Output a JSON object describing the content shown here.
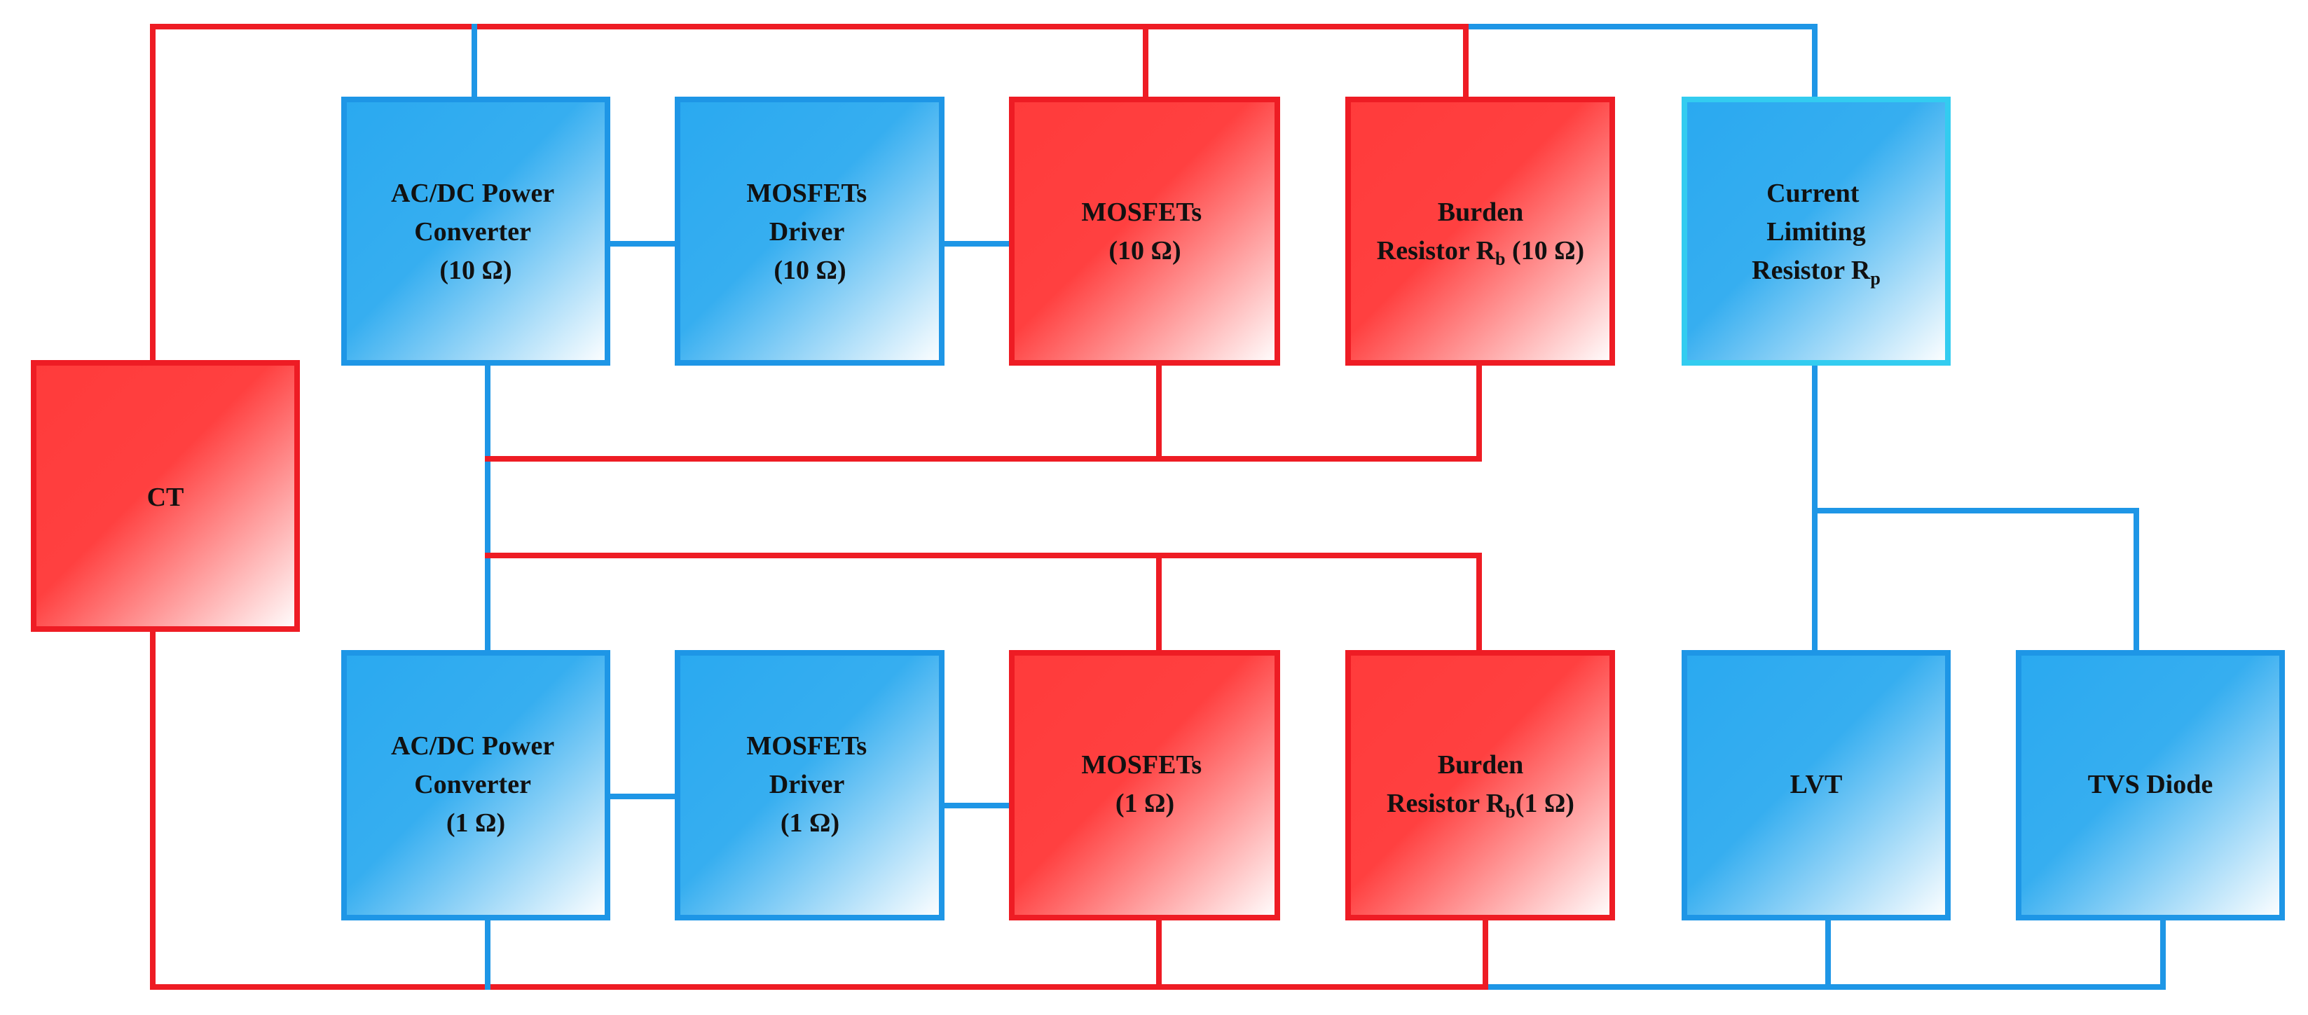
{
  "colors": {
    "red_block": "#ff3b3b",
    "red_border": "#ee1c24",
    "blue_block": "#2aa9f0",
    "blue_border": "#1e96e6",
    "cyan_border": "#33ccf0",
    "fade": "#ffffff",
    "wire_red": "#ee1c24",
    "wire_blue": "#1e96e6"
  },
  "blocks": {
    "ct": {
      "lines": [
        "CT"
      ]
    },
    "acdc_10": {
      "lines": [
        "AC/DC Power",
        "Converter",
        "(10 Ω)"
      ]
    },
    "driver_10": {
      "lines": [
        "MOSFETs",
        "Driver",
        "(10 Ω)"
      ]
    },
    "mosfets_10": {
      "lines": [
        "MOSFETs",
        "(10 Ω)"
      ]
    },
    "burden_10": {
      "line1": "Burden",
      "line2_pre": "Resistor R",
      "line2_sub": "b",
      "line2_post": " (10 Ω)"
    },
    "current_limit": {
      "line1": "Current",
      "line2": "Limiting",
      "line3_pre": "Resistor R",
      "line3_sub": "p"
    },
    "acdc_1": {
      "lines": [
        "AC/DC Power",
        "Converter",
        "(1 Ω)"
      ]
    },
    "driver_1": {
      "lines": [
        "MOSFETs",
        "Driver",
        "(1 Ω)"
      ]
    },
    "mosfets_1": {
      "lines": [
        "MOSFETs",
        "(1 Ω)"
      ]
    },
    "burden_1": {
      "line1": "Burden",
      "line2_pre": "Resistor R",
      "line2_sub": "b",
      "line2_post": "(1 Ω)"
    },
    "lvt": {
      "lines": [
        "LVT"
      ]
    },
    "tvs": {
      "lines": [
        "TVS Diode"
      ]
    }
  }
}
